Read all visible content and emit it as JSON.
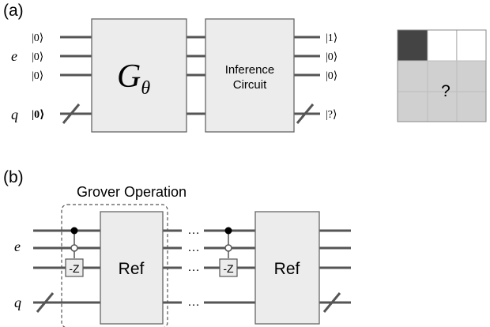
{
  "panel_a": {
    "label": "(a)",
    "reg_e": "e",
    "reg_q": "q",
    "inputs": [
      "|0⟩",
      "|0⟩",
      "|0⟩",
      "|0⟩"
    ],
    "gate_g": "G",
    "gate_g_sub": "θ",
    "inference": [
      "Inference",
      "Circuit"
    ],
    "outputs": [
      "|1⟩",
      "|0⟩",
      "|0⟩",
      "|?⟩"
    ],
    "grid_question": "?"
  },
  "panel_b": {
    "label": "(b)",
    "group_label": "Grover Operation",
    "reg_e": "e",
    "reg_q": "q",
    "z_gate": "-Z",
    "ref_gate": "Ref",
    "dots": "…"
  }
}
